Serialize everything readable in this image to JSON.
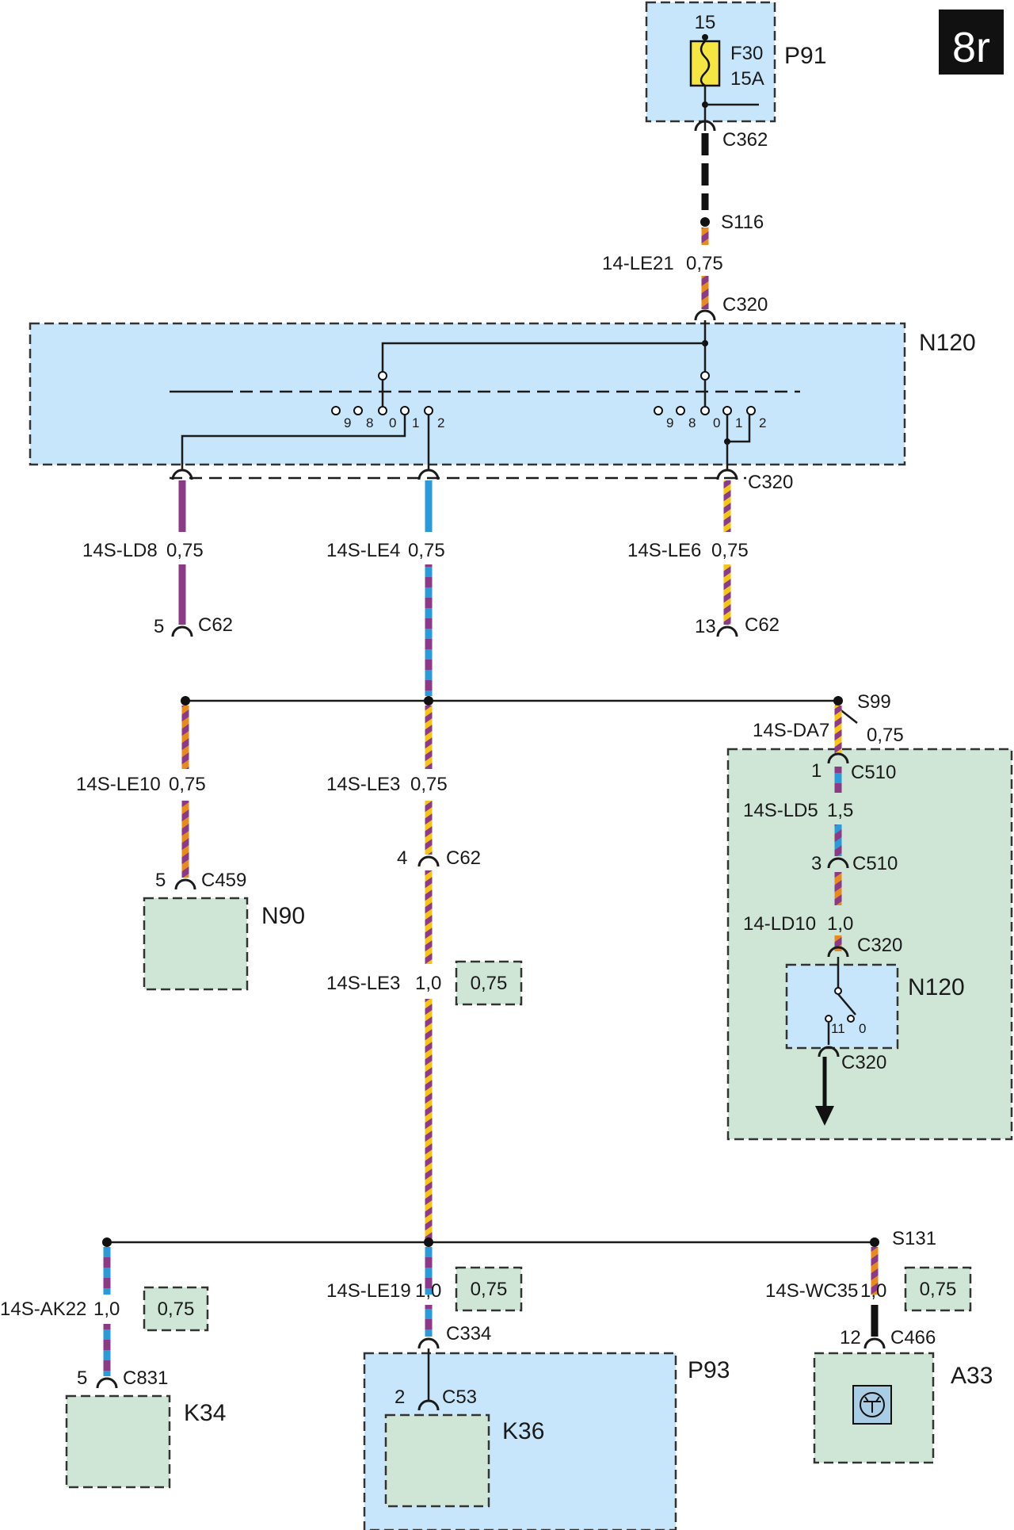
{
  "page_badge": "8r",
  "fuse_box": {
    "name": "P91",
    "terminal": "15",
    "fuse_id": "F30",
    "fuse_rating": "15A"
  },
  "top_feed": {
    "connector_1": "C362",
    "splice": "S116",
    "wire": "14-LE21",
    "size": "0,75",
    "connector_2": "C320"
  },
  "switch_module": {
    "name": "N120",
    "connector": "C320",
    "positions": [
      "9",
      "8",
      "0",
      "1",
      "2"
    ]
  },
  "outputs": [
    {
      "wire": "14S-LD8",
      "size": "0,75",
      "pin": "5",
      "connector": "C62"
    },
    {
      "wire": "14S-LE4",
      "size": "0,75"
    },
    {
      "wire": "14S-LE6",
      "size": "0,75",
      "pin": "13",
      "connector": "C62"
    }
  ],
  "branch1": {
    "splice": "S99",
    "left": {
      "wire": "14S-LE10",
      "size": "0,75",
      "pin": "5",
      "connector": "C459",
      "component": "N90"
    },
    "middle": {
      "wire": "14S-LE3",
      "size": "0,75",
      "pin": "4",
      "connector": "C62",
      "wire2": "14S-LE3",
      "size2": "1,0",
      "alt_size": "0,75"
    },
    "right": {
      "wire1": "14S-DA7",
      "size1": "0,75",
      "pin1": "1",
      "conn1": "C510",
      "wire2": "14S-LD5",
      "size2": "1,5",
      "pin2": "3",
      "conn2": "C510",
      "wire3": "14-LD10",
      "size3": "1,0",
      "conn3": "C320",
      "module": "N120",
      "pos_a": "11",
      "pos_b": "0",
      "conn4": "C320"
    }
  },
  "branch2": {
    "splice": "S131",
    "left": {
      "wire": "14S-AK22",
      "size": "1,0",
      "alt_size": "0,75",
      "pin": "5",
      "connector": "C831",
      "component": "K34"
    },
    "middle": {
      "wire": "14S-LE19",
      "size": "1,0",
      "alt_size": "0,75",
      "connector": "C334",
      "pin": "2",
      "connector2": "C53",
      "component": "K36",
      "box": "P93"
    },
    "right": {
      "wire": "14S-WC35",
      "size": "1,0",
      "alt_size": "0,75",
      "pin": "12",
      "connector": "C466",
      "component": "A33"
    }
  },
  "colors": {
    "blue_box": "#c7e6fb",
    "green_box": "#cfe6d6",
    "purple": "#8b3b86",
    "blue": "#2b9ad8",
    "orange": "#e98a1f",
    "yellow": "#f5c518"
  }
}
